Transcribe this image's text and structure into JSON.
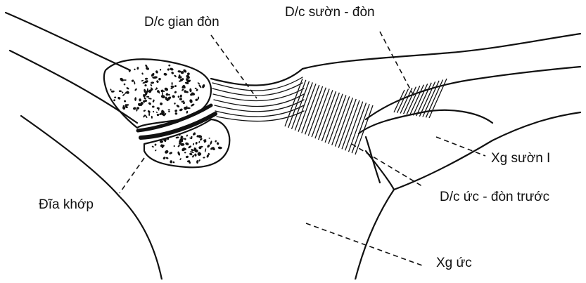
{
  "labels": {
    "interclavicular_ligament": "D/c gian đòn",
    "costoclavicular_ligament": "D/c sườn - đòn",
    "articular_disc": "Đĩa khớp",
    "first_rib_cartilage": "Xg sườn I",
    "anterior_sternoclavicular_ligament": "D/c ức - đòn trước",
    "sternum": "Xg ức"
  },
  "colors": {
    "ink": "#111111",
    "background": "#ffffff"
  }
}
